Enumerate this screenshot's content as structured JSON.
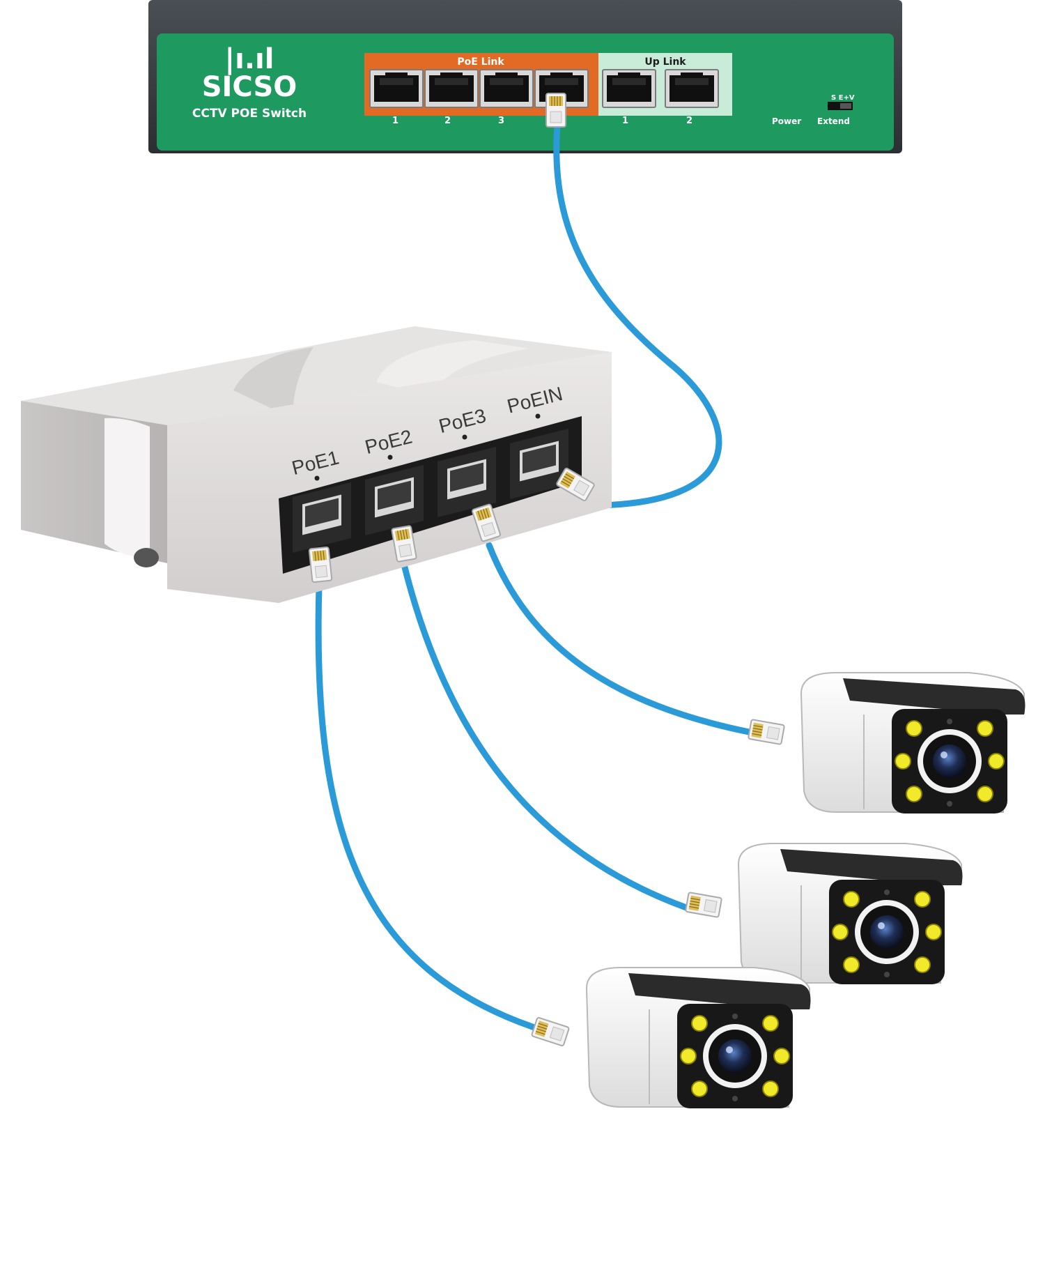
{
  "switch": {
    "brand_mark": "|ı.ıl",
    "brand": "SICSO",
    "subtitle": "CCTV POE Switch",
    "poe_link_label": "PoE Link",
    "up_link_label": "Up Link",
    "poe_port_numbers": [
      "1",
      "2",
      "3"
    ],
    "uplink_port_numbers": [
      "1",
      "2"
    ],
    "power_label": "Power",
    "extend_label": "Extend",
    "switch_setting_label": "S  E+V",
    "colors": {
      "body": "#2e3236",
      "panel": "#1e9a60",
      "poe_group": "#e36a25",
      "uplink_group": "#c9ecd8"
    }
  },
  "splitter": {
    "ports": [
      "PoE1",
      "PoE2",
      "PoE3",
      "PoEIN"
    ],
    "body_color": "#d8d5d5"
  },
  "cables": {
    "color": "#2a9ad9"
  },
  "cameras": {
    "count": 3,
    "led_color": "#f1ea2a"
  },
  "icons": [
    "rj45-port-icon",
    "rj45-plug-icon",
    "bullet-camera-icon"
  ]
}
